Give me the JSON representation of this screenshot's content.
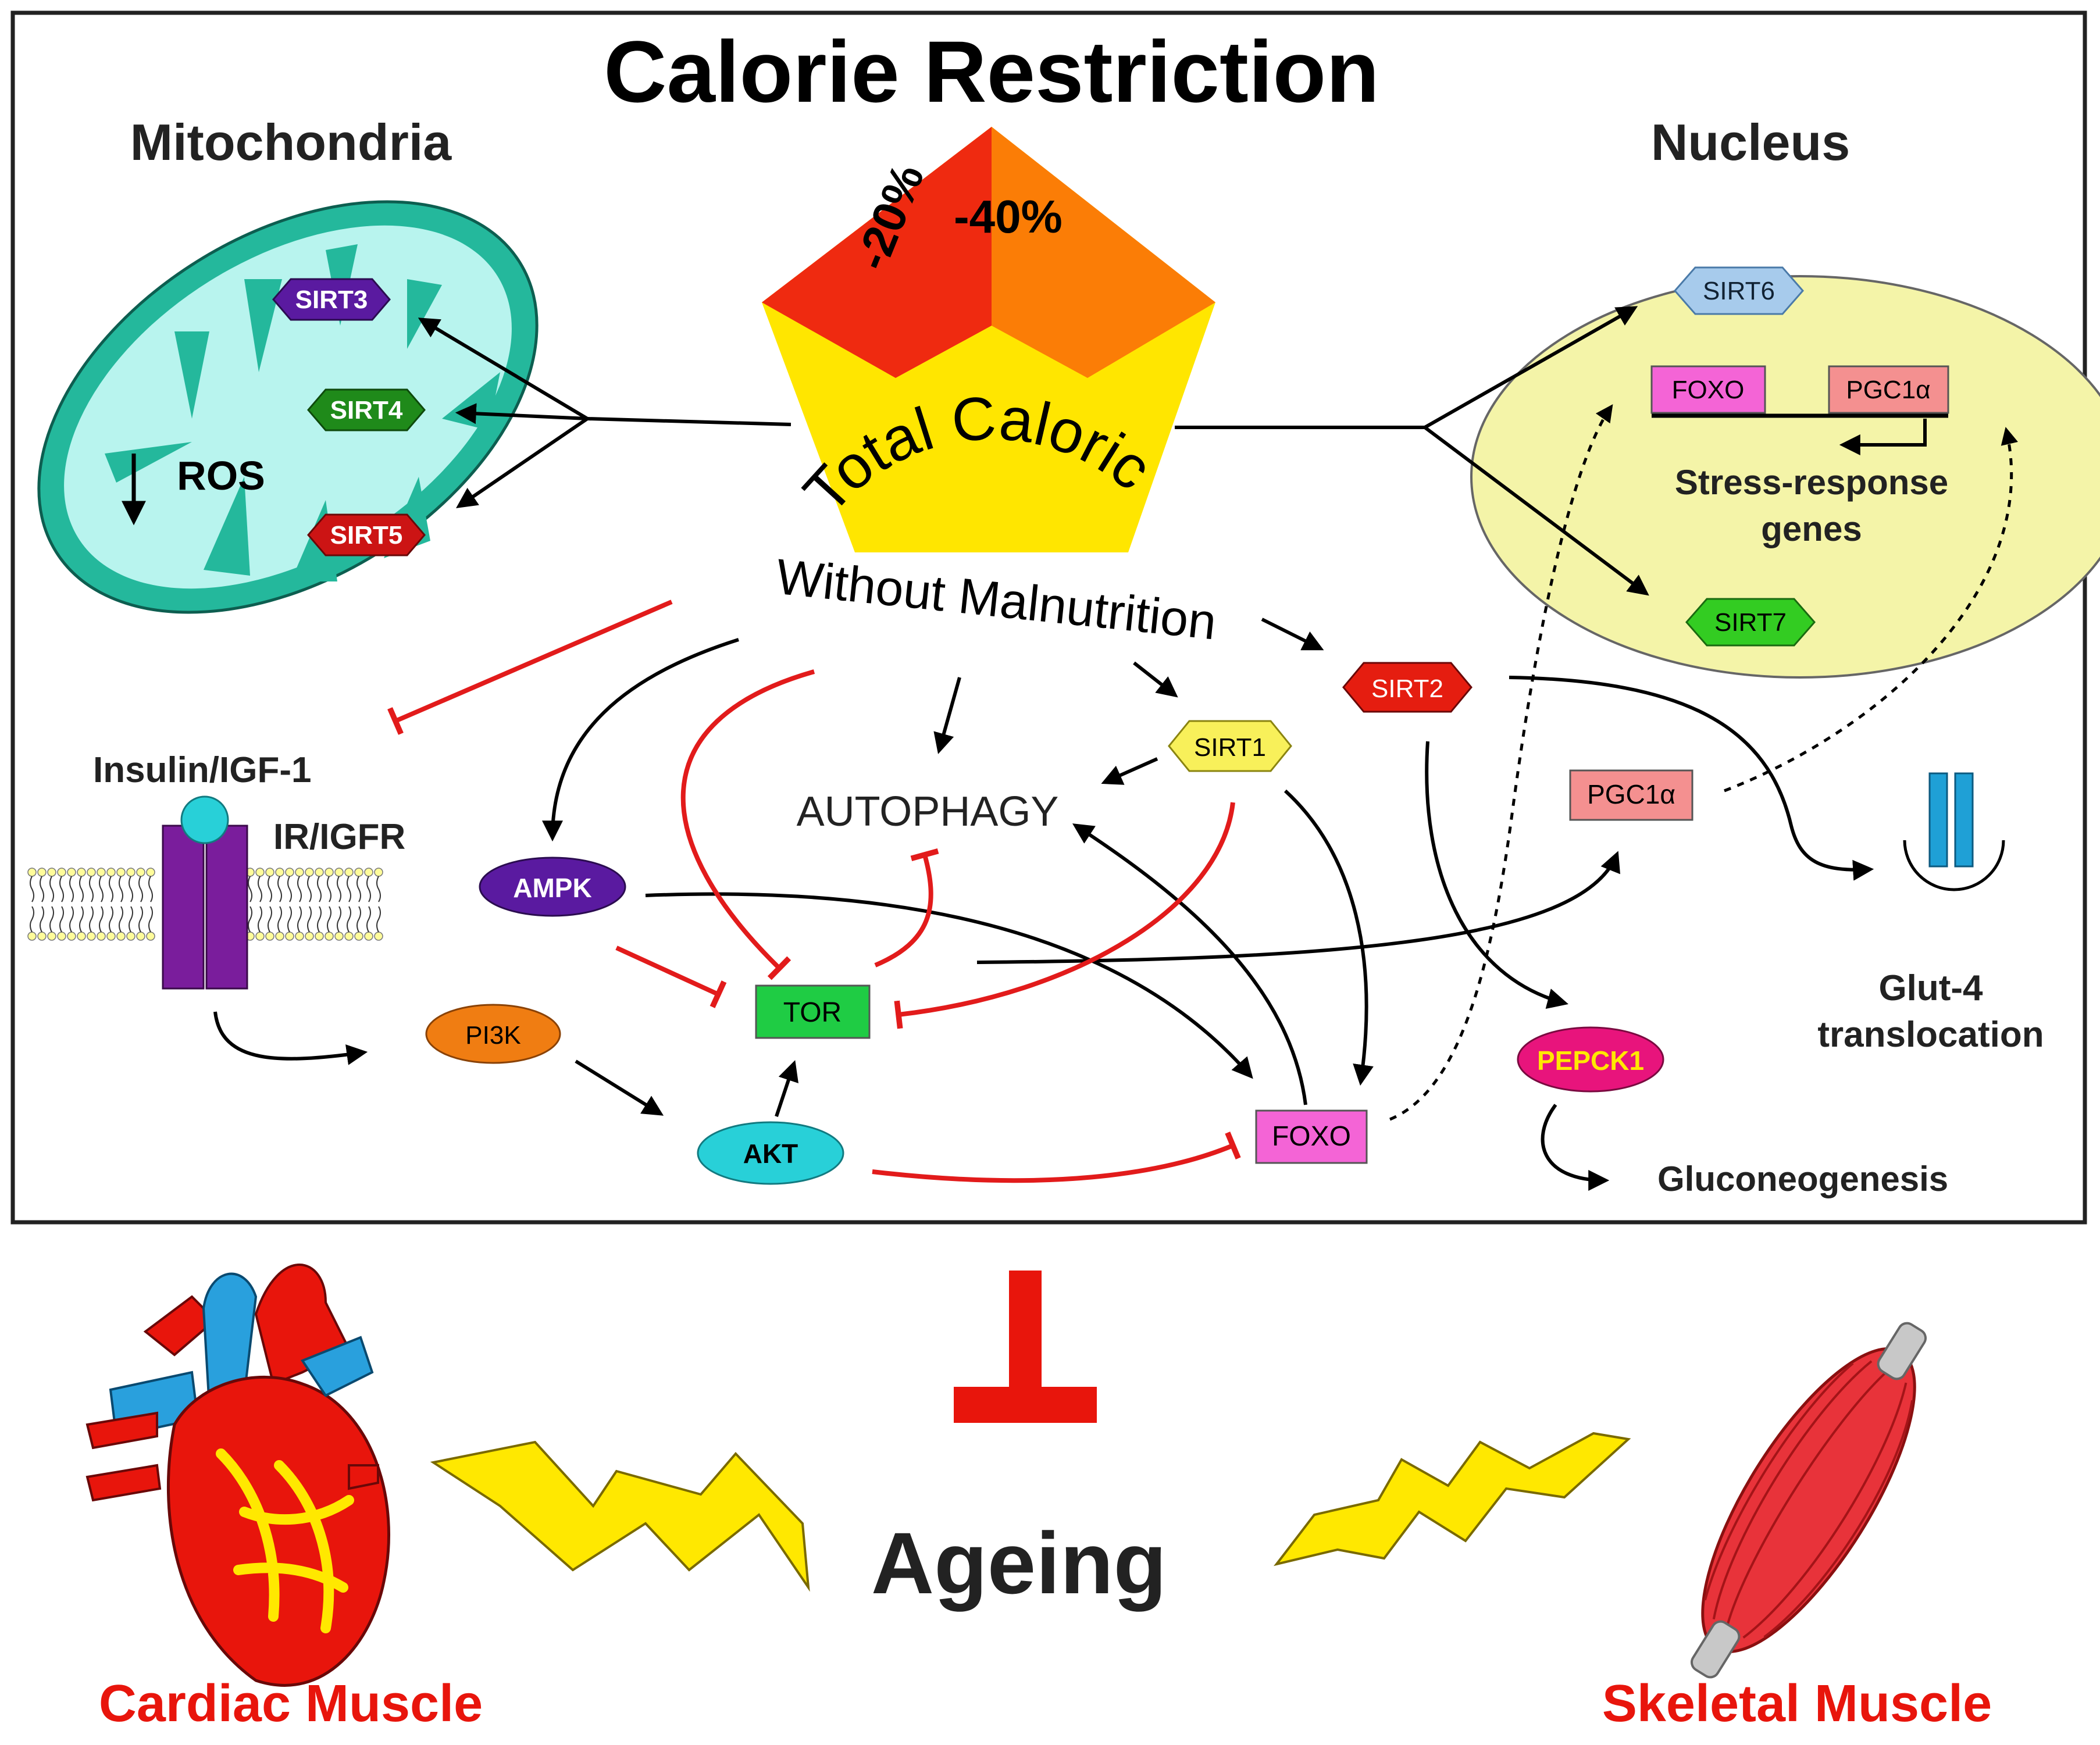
{
  "title": "Calorie Restriction",
  "compartments": {
    "mitochondria": "Mitochondria",
    "nucleus": "Nucleus"
  },
  "pentagon": {
    "segment_20": "-20%",
    "segment_40": "-40%",
    "arc_text": "Total Caloric Intake",
    "subtitle": "Without Malnutrition"
  },
  "mito": {
    "sirt3": "SIRT3",
    "sirt4": "SIRT4",
    "sirt5": "SIRT5",
    "ros": "ROS"
  },
  "nucleus_panel": {
    "sirt6": "SIRT6",
    "sirt7": "SIRT7",
    "foxo": "FOXO",
    "pgc1a": "PGC1α",
    "stress_line1": "Stress-response",
    "stress_line2": "genes"
  },
  "membrane": {
    "ligand": "Insulin/IGF-1",
    "receptor": "IR/IGFR"
  },
  "nodes": {
    "ampk": "AMPK",
    "pi3k": "PI3K",
    "akt": "AKT",
    "tor": "TOR",
    "autophagy": "AUTOPHAGY",
    "sirt1": "SIRT1",
    "sirt2": "SIRT2",
    "foxo": "FOXO",
    "pgc1a": "PGC1α",
    "pepck1": "PEPCK1",
    "gluconeogenesis": "Gluconeogenesis",
    "glut4_line1": "Glut-4",
    "glut4_line2": "translocation"
  },
  "bottom": {
    "ageing": "Ageing",
    "cardiac": "Cardiac Muscle",
    "skeletal": "Skeletal Muscle"
  },
  "colors": {
    "inhibit": "#e21b1b",
    "activate": "#000000",
    "mito_outer": "#24b89c",
    "mito_inner": "#b8f4ee",
    "nucleus": "#f4f4a8",
    "pentagon_yellow": "#ffe600",
    "pentagon_red": "#ef2a10",
    "pentagon_orange": "#fb7d06",
    "sirt3": "#5a1aa0",
    "sirt4": "#1f8a1a",
    "sirt5": "#cc1414",
    "sirt6": "#a7cbec",
    "sirt7": "#33cc22",
    "sirt1": "#f8f05a",
    "sirt2": "#e51d10",
    "foxo": "#f464d6",
    "pgc1a": "#f49090",
    "ampk": "#5a1aa0",
    "pi3k": "#f07d12",
    "akt": "#28d0d8",
    "tor": "#1fcc44",
    "pepck1": "#e8147c",
    "receptor": "#7a1d9c",
    "glut4": "#1fa0d6",
    "label_red": "#e8150c",
    "lightning": "#ffe800"
  }
}
